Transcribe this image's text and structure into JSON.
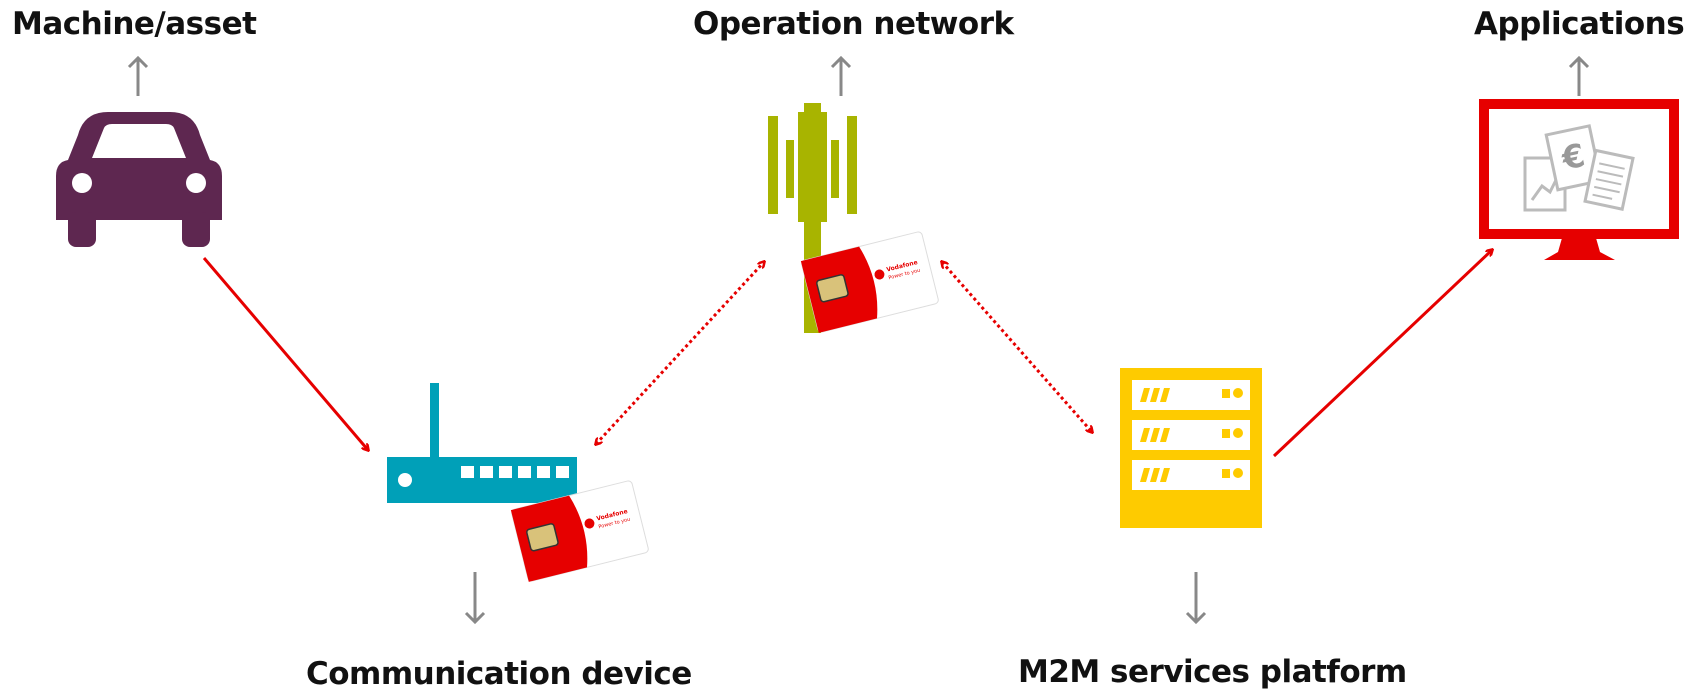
{
  "labels": {
    "machine": "Machine/asset",
    "network": "Operation network",
    "applications": "Applications",
    "device": "Communication device",
    "platform": "M2M services platform"
  },
  "icons": {
    "machine": "car-icon",
    "network": "cell-tower-icon",
    "applications": "monitor-documents-icon",
    "device": "router-icon",
    "platform": "server-rack-icon",
    "sim": "sim-card-icon"
  },
  "sim_card": {
    "brand": "Vodafone",
    "tagline": "Power to you"
  },
  "colors": {
    "car": "#5e2750",
    "tower": "#a8b400",
    "router": "#00a0b8",
    "server": "#fecb00",
    "monitor": "#e60000",
    "arrow_red": "#e60000",
    "arrow_grey": "#888888"
  }
}
